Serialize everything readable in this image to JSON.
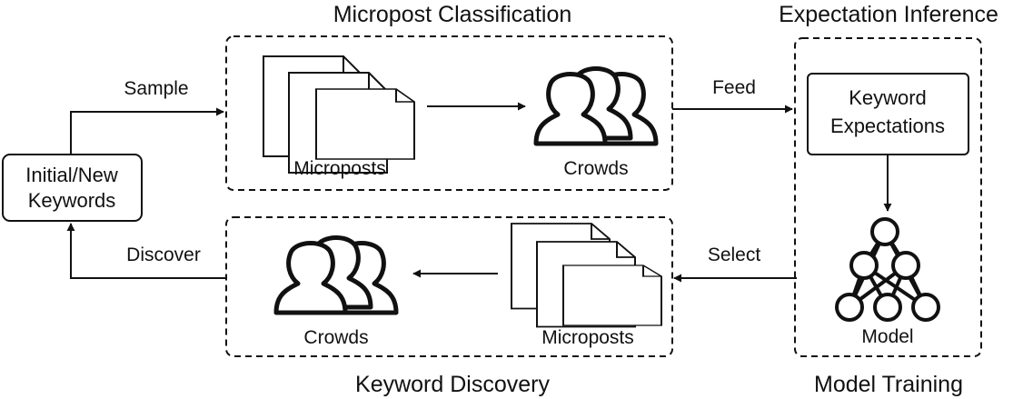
{
  "sections": {
    "classification_title": "Micropost Classification",
    "inference_title": "Expectation Inference",
    "discovery_title": "Keyword Discovery",
    "training_title": "Model Training"
  },
  "nodes": {
    "keywords_line1": "Initial/New",
    "keywords_line2": "Keywords",
    "microposts_top": "Microposts",
    "crowds_top": "Crowds",
    "expectations_line1": "Keyword",
    "expectations_line2": "Expectations",
    "model": "Model",
    "crowds_bottom": "Crowds",
    "microposts_bottom": "Microposts"
  },
  "edges": {
    "sample": "Sample",
    "feed": "Feed",
    "select": "Select",
    "discover": "Discover"
  },
  "colors": {
    "stroke": "#111111",
    "background": "#ffffff"
  }
}
